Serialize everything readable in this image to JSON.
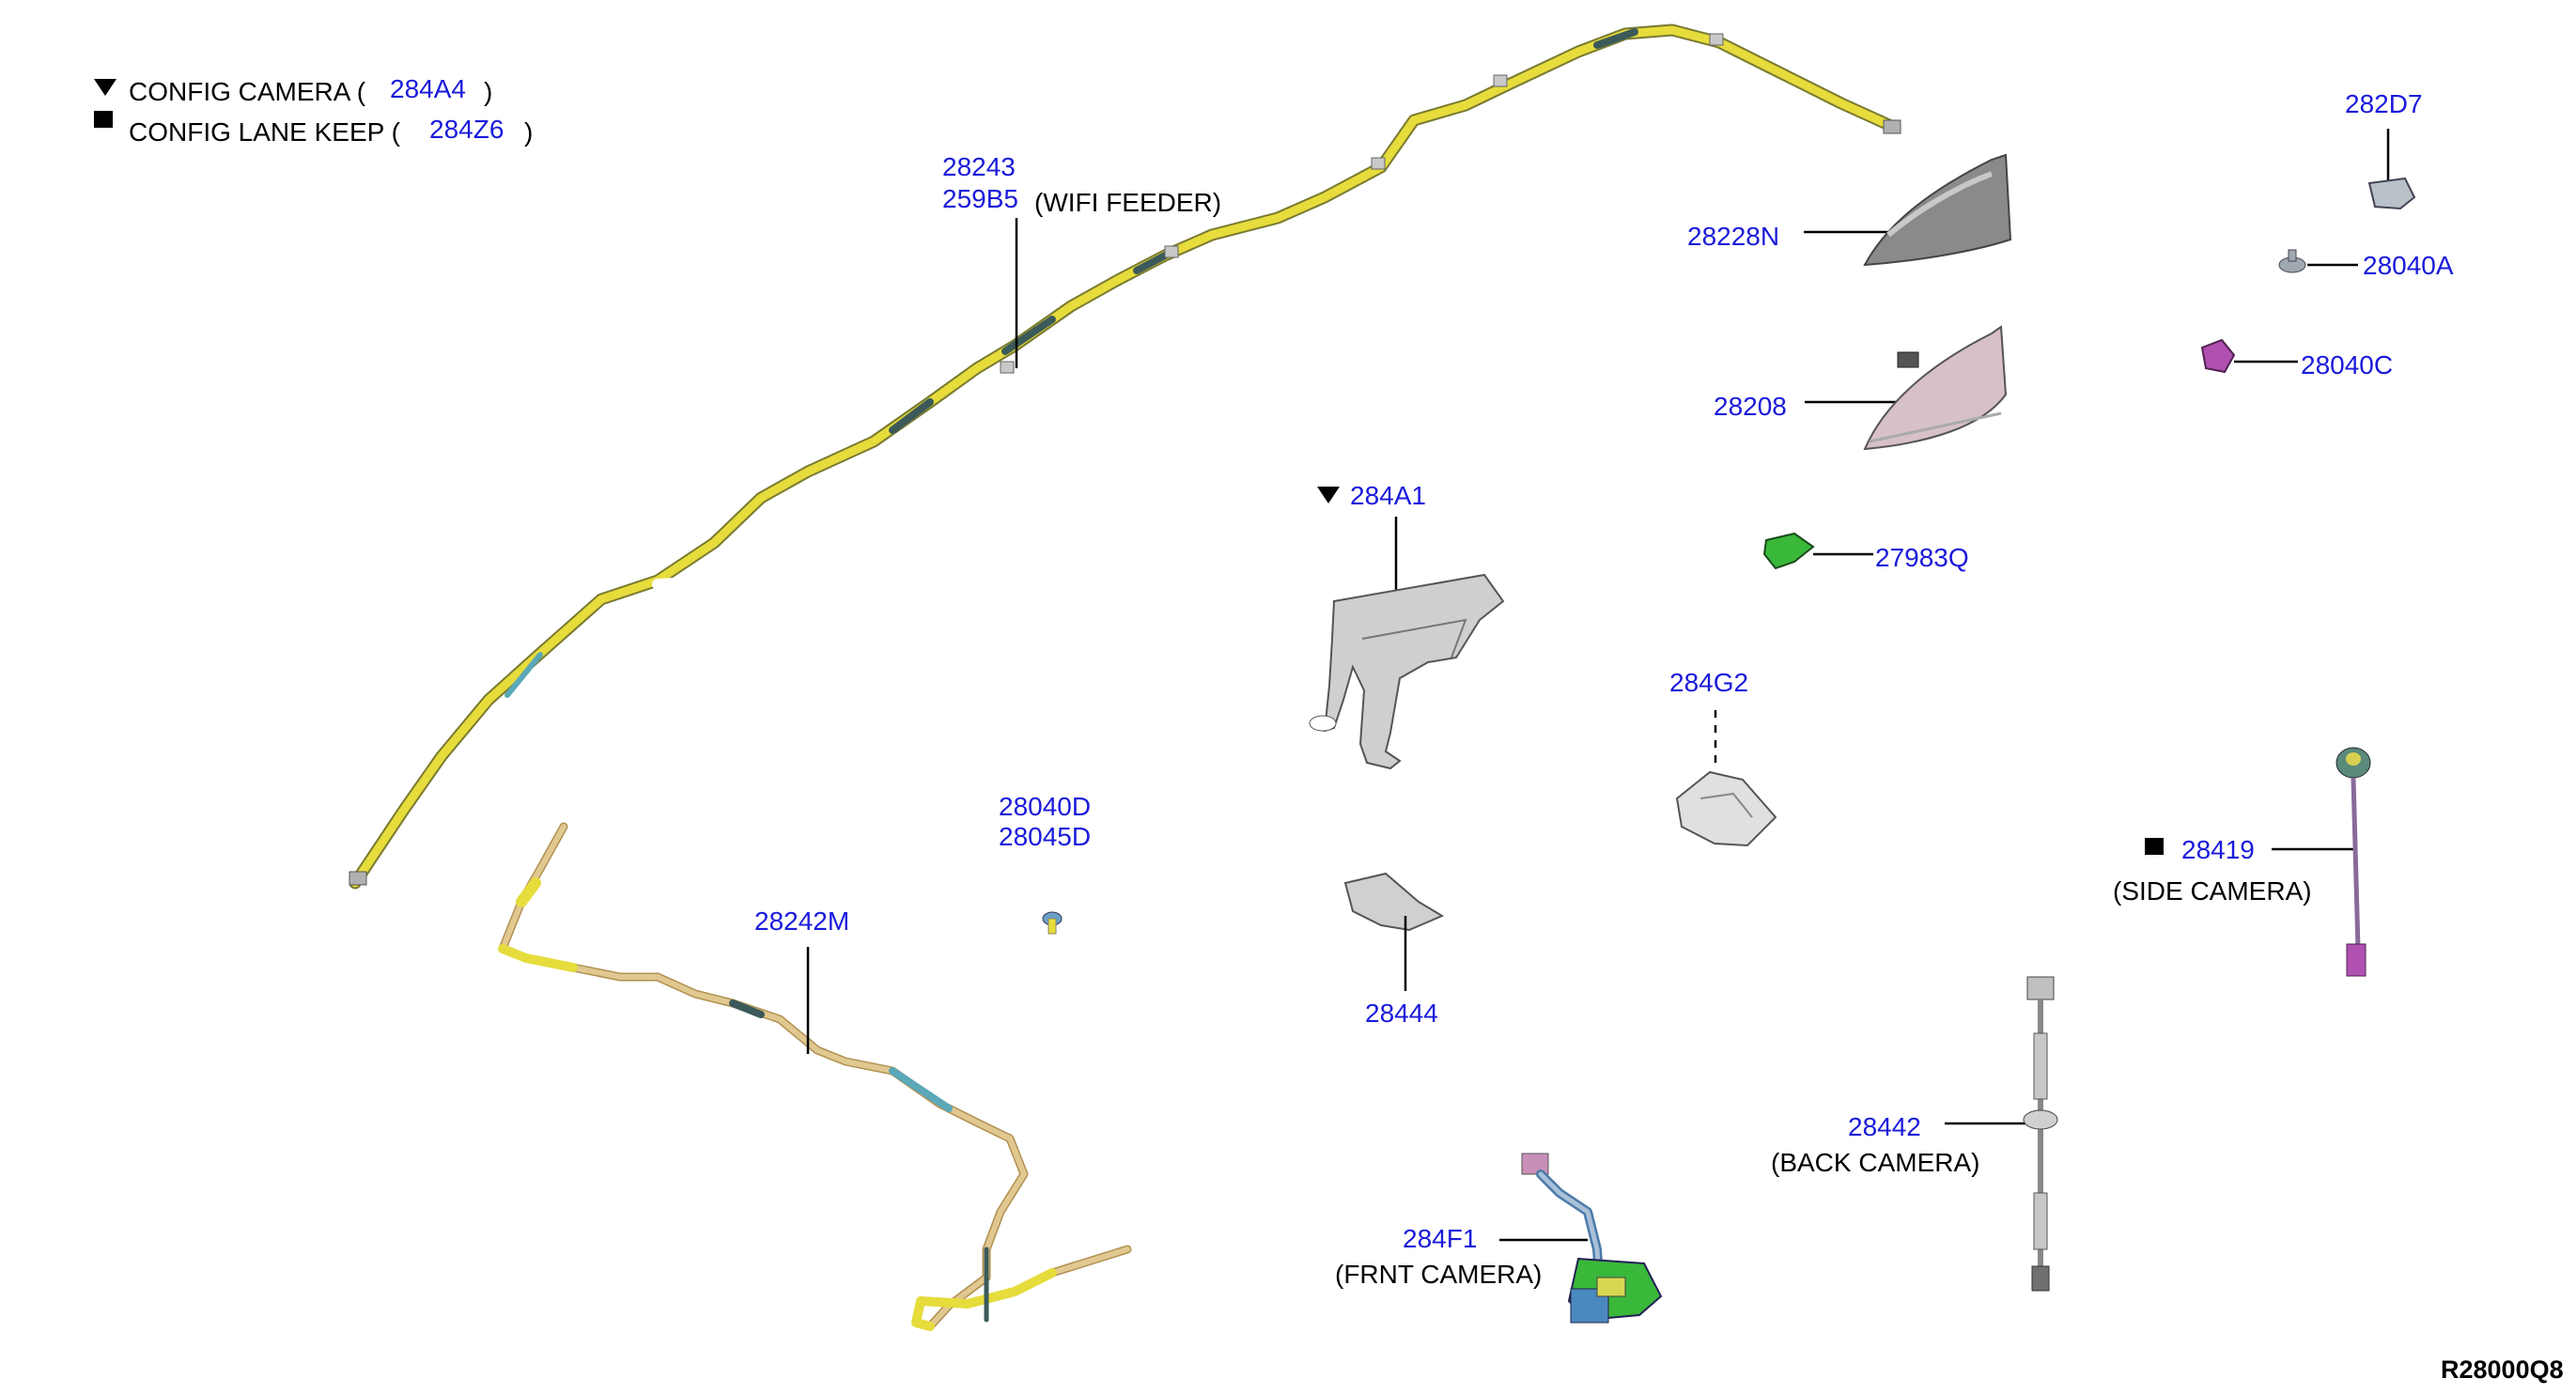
{
  "legend": {
    "camera": {
      "label": "CONFIG CAMERA (",
      "part": "284A4",
      "close": ")",
      "marker": "triangle-down-icon"
    },
    "lane": {
      "label": "CONFIG LANE KEEP (",
      "part": "284Z6",
      "close": ")",
      "marker": "square-icon"
    }
  },
  "parts": {
    "p28243": "28243",
    "p259B5": "259B5",
    "wifi_feeder": "(WIFI FEEDER)",
    "p28242M": "28242M",
    "p28040D": "28040D",
    "p28045D": "28045D",
    "p284A1": "284A1",
    "p28444": "28444",
    "p284F1": "284F1",
    "frnt_camera": "(FRNT CAMERA)",
    "p28228N": "28228N",
    "p28208": "28208",
    "p27983Q": "27983Q",
    "p284G2": "284G2",
    "p282D7": "282D7",
    "p28040A": "28040A",
    "p28040C": "28040C",
    "p28419": "28419",
    "side_camera": "(SIDE CAMERA)",
    "p28442": "28442",
    "back_camera": "(BACK CAMERA)"
  },
  "diagram_code": "R28000Q8",
  "colors": {
    "part_number": "#1a1adb",
    "harness_yellow": "#e6dc3c",
    "harness_tan": "#d8b878",
    "harness_teal": "#5aa8b8",
    "antenna_gray": "#8a8a8a",
    "antenna_pink": "#d8c0c8",
    "connector_green": "#3ab83a",
    "connector_purple": "#b050b0"
  }
}
